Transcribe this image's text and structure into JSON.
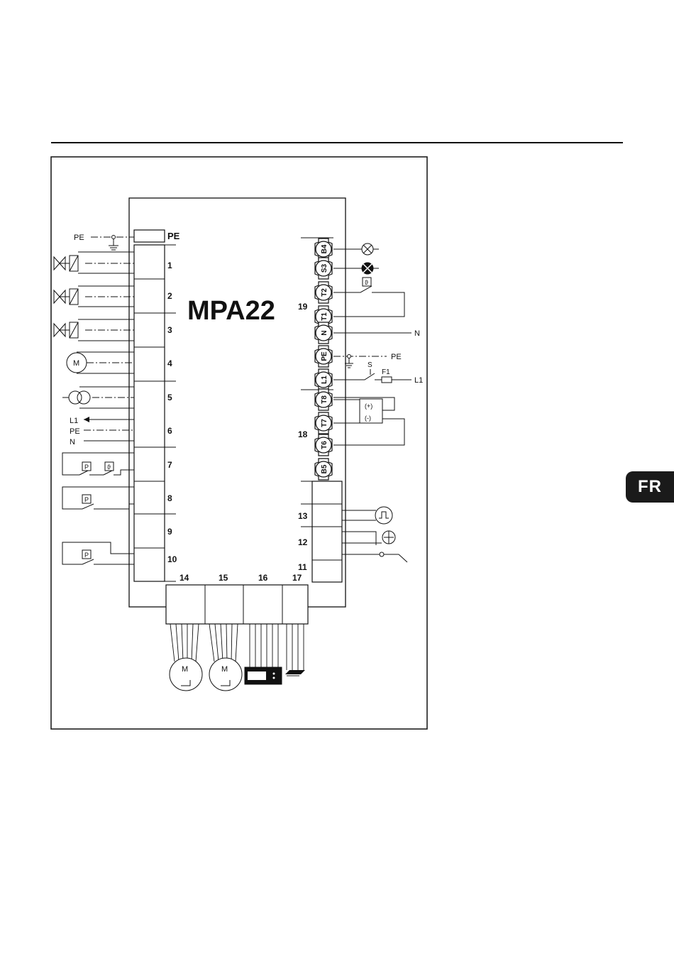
{
  "diagram": {
    "title": "MPA22",
    "left_terminal_numbers": [
      "1",
      "2",
      "3",
      "4",
      "5",
      "6",
      "7",
      "8",
      "9",
      "10"
    ],
    "pe_top": {
      "left_label": "PE",
      "block_label": "PE"
    },
    "term6_labels": {
      "l1": "L1",
      "pe": "PE",
      "n": "N"
    },
    "switch_p": "P",
    "thermo_symbol": "ϑ",
    "motor_m": "M",
    "group19": "19",
    "group18": "18",
    "right_pins": [
      "B4",
      "S3",
      "T2",
      "T1",
      "N",
      "PE",
      "L1",
      "T8",
      "T7",
      "T6",
      "B5"
    ],
    "right_labels": {
      "n": "N",
      "pe": "PE",
      "l1": "L1",
      "s": "S",
      "f1": "F1"
    },
    "sensor_plus": "(+)",
    "sensor_minus": "(-)",
    "right_block_numbers": [
      "13",
      "12",
      "11"
    ],
    "bottom_block_numbers": [
      "14",
      "15",
      "16",
      "17"
    ],
    "pulse_symbol": "⎍"
  },
  "badge": {
    "text": "FR"
  }
}
